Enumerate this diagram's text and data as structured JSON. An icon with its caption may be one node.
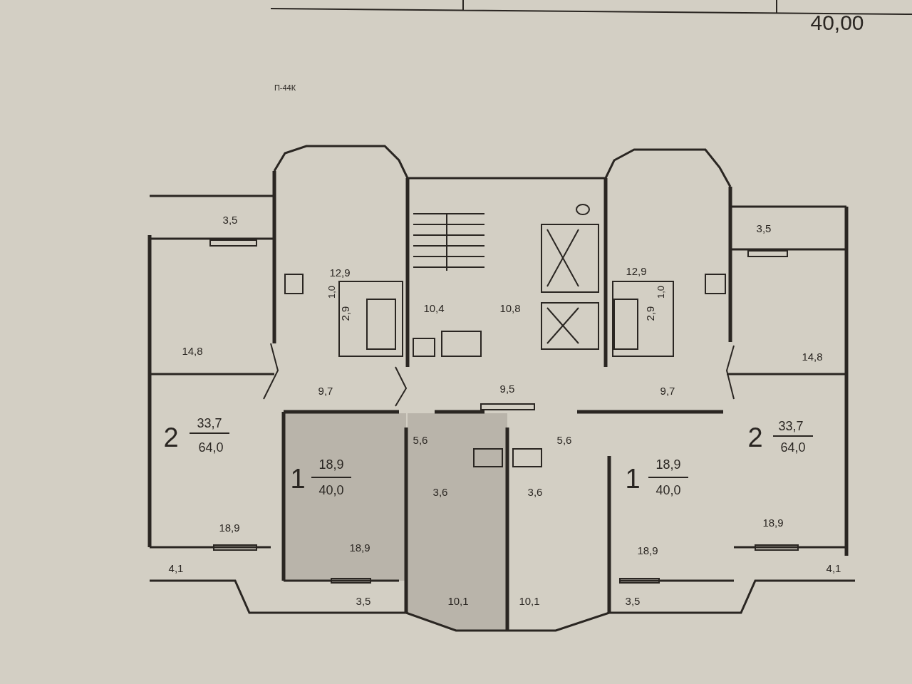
{
  "diagram": {
    "labels": [
      "40,00",
      "П-44К",
      "3,5",
      "3,5",
      "12,9",
      "12,9",
      "1,0",
      "1,0",
      "10,4",
      "10,8",
      "2,9",
      "2,9",
      "14,8",
      "14,8",
      "9,7",
      "9,5",
      "9,7",
      "33,7",
      "33,7",
      "2",
      "2",
      "64,0",
      "64,0",
      "5,6",
      "5,6",
      "18,9",
      "18,9",
      "1",
      "1",
      "40,0",
      "3,6",
      "3,6",
      "40,0",
      "18,9",
      "18,9",
      "18,9",
      "18,9",
      "4,1",
      "4,1",
      "3,5",
      "10,1",
      "10,1",
      "3,5"
    ]
  }
}
